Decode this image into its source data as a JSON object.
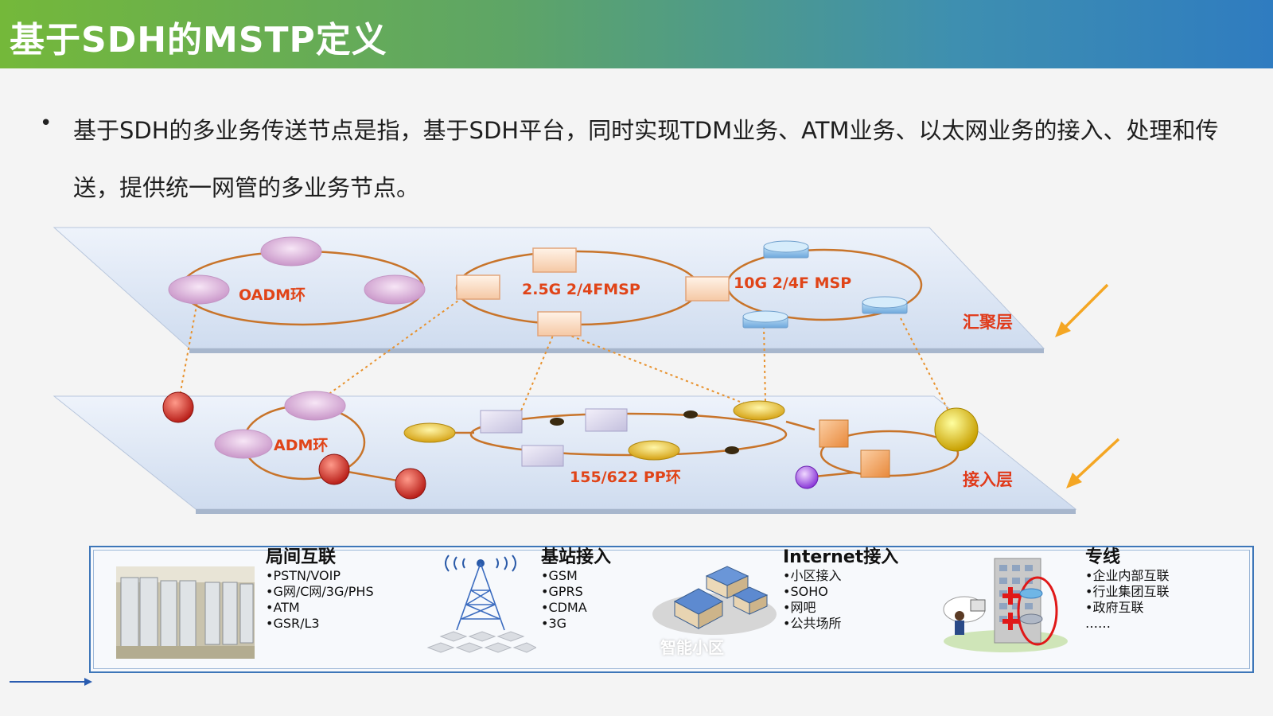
{
  "title": "基于SDH的MSTP定义",
  "bullet": "基于SDH的多业务传送节点是指，基于SDH平台，同时实现TDM业务、ATM业务、以太网业务的接入、处理和传送，提供统一网管的多业务节点。",
  "diagram": {
    "oadm_upper": "OADM环",
    "msp_25g": "2.5G 2/4FMSP",
    "msp_10g": "10G 2/4F MSP",
    "layer_agg": "汇聚层",
    "oadm_lower": "ADM环",
    "pp_ring": "155/622 PP环",
    "layer_access": "接入层"
  },
  "services": [
    {
      "title": "局间互联",
      "items": [
        "•PSTN/VOIP",
        "•G网/C网/3G/PHS",
        "•ATM",
        "•GSR/L3"
      ]
    },
    {
      "title": "基站接入",
      "items": [
        "•GSM",
        "•GPRS",
        "•CDMA",
        "•3G"
      ]
    },
    {
      "title": "Internet接入",
      "items": [
        "•小区接入",
        "•SOHO",
        "•网吧",
        "•公共场所"
      ],
      "caption": "智能小区"
    },
    {
      "title": "专线",
      "items": [
        "•企业内部互联",
        "•行业集团互联",
        "•政府互联",
        "……"
      ]
    }
  ],
  "colors": {
    "ring": "#c8742a",
    "layer_label": "#e03a1a",
    "arrow": "#f4a623",
    "box_border": "#3d76b8"
  }
}
